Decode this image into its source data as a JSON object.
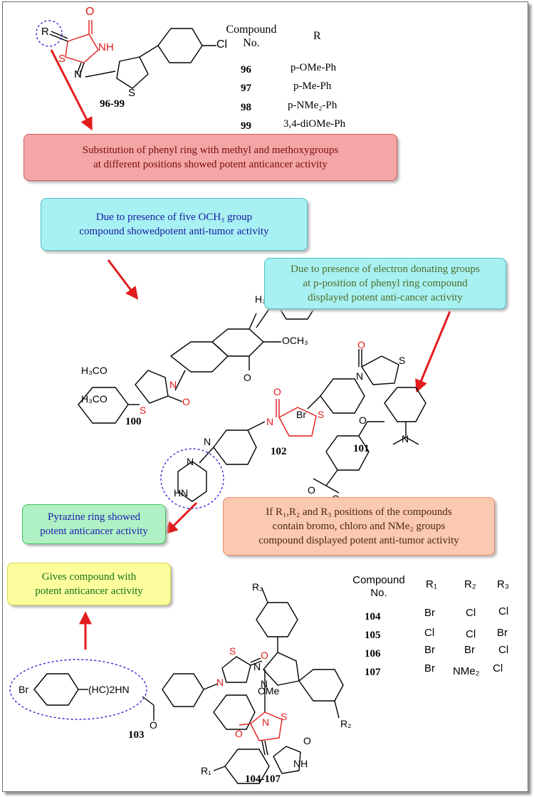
{
  "table_top": {
    "header_compound": "Compound",
    "header_no": "No.",
    "header_r": "R",
    "rows": [
      {
        "no": "96",
        "r": "p-OMe-Ph"
      },
      {
        "no": "97",
        "r": "p-Me-Ph"
      },
      {
        "no": "98",
        "r": "p-NMe₂-Ph"
      },
      {
        "no": "99",
        "r": "3,4-diOMe-Ph"
      }
    ]
  },
  "table_bottom": {
    "header_compound": "Compound",
    "header_no": "No.",
    "header_r1": "R₁",
    "header_r2": "R₂",
    "header_r3": "R₃",
    "rows": [
      {
        "no": "104",
        "r1": "Br",
        "r2": "Cl",
        "r3": "Cl"
      },
      {
        "no": "105",
        "r1": "Cl",
        "r2": "Cl",
        "r3": "Br"
      },
      {
        "no": "106",
        "r1": "Br",
        "r2": "Br",
        "r3": "Cl"
      },
      {
        "no": "107",
        "r1": "Br",
        "r2": "NMe₂",
        "r3": "Cl"
      }
    ]
  },
  "boxes": {
    "red_line1": "Substitution of phenyl ring with methyl and methoxygroups",
    "red_line2": "at different positions showed potent anticancer activity",
    "cyan_line1": "Due to presence of five OCH₃ group",
    "cyan_line2": "compound showedpotent anti-tumor activity",
    "cyan2_line1": "Due to presence of electron donating groups",
    "cyan2_line2": "at p-position of phenyl ring compound",
    "cyan2_line3": "displayed potent anti-cancer activity",
    "green_line1": "Pyrazine ring showed",
    "green_line2": "potent anticancer activity",
    "salmon_line1": "If R₁,R₂ and R₃ positions of the compounds",
    "salmon_line2": "contain bromo, chloro and NMe₂ groups",
    "salmon_line3": "compound displayed potent anti-tumor activity",
    "yellow_line1": "Gives compound with",
    "yellow_line2": "potent anticancer activity"
  },
  "compound_labels": {
    "c96_99": "96-99",
    "c100": "100",
    "c101": "101",
    "c102": "102",
    "c103": "103",
    "c104_107": "104-107"
  },
  "atom_labels": {
    "r": "R",
    "o": "O",
    "nh": "NH",
    "s": "S",
    "n": "N",
    "cl": "Cl",
    "br": "Br",
    "hn": "HN",
    "och3": "OCH₃",
    "h3co": "H₃CO",
    "h3co_alt": "H₃CO",
    "ome": "OMe",
    "hc2hn": "(HC)2HN",
    "r1": "R₁",
    "r2": "R₂",
    "r3": "R₃"
  },
  "colors": {
    "arrow": "#e21c1c",
    "dash_circle": "#2b2bd9",
    "hetero_red": "#e21c1c"
  }
}
